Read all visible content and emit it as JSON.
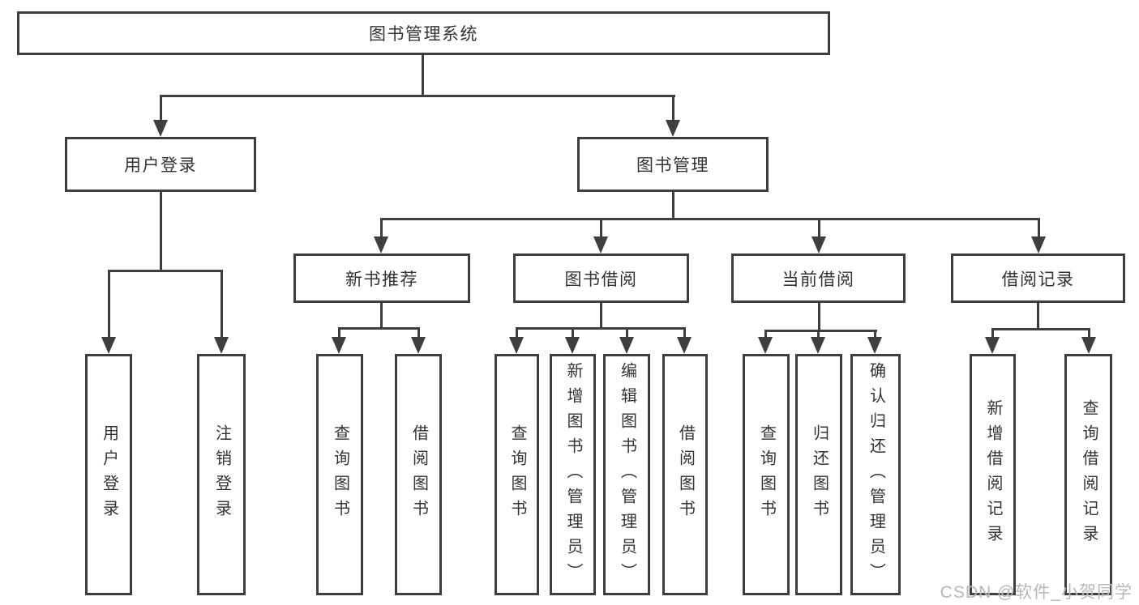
{
  "colors": {
    "line": "#3e3e3e",
    "box_border": "#3e3e3e",
    "box_fill": "#ffffff",
    "text": "#333333",
    "watermark_gray": "#b2b2b2"
  },
  "diagram": {
    "title": "图书管理系统",
    "level2": {
      "user_login": "用户登录",
      "book_management": "图书管理"
    },
    "level3": {
      "new_book_recommend": "新书推荐",
      "book_borrowing": "图书借阅",
      "current_borrowing": "当前借阅",
      "borrowing_records": "借阅记录"
    },
    "leaves": {
      "user_login": "用户登录",
      "logout": "注销登录",
      "query_books_recommend": "查询图书",
      "borrow_books_recommend": "借阅图书",
      "query_books_borrowing": "查询图书",
      "add_books_admin": "新增图书（管理员）",
      "edit_books_admin": "编辑图书（管理员）",
      "borrow_books_borrowing": "借阅图书",
      "query_books_current": "查询图书",
      "return_books": "归还图书",
      "confirm_return_admin": "确认归还（管理员）",
      "add_borrow_record": "新增借阅记录",
      "query_borrow_record": "查询借阅记录"
    }
  },
  "watermark": "CSDN @软件_小贺同学"
}
